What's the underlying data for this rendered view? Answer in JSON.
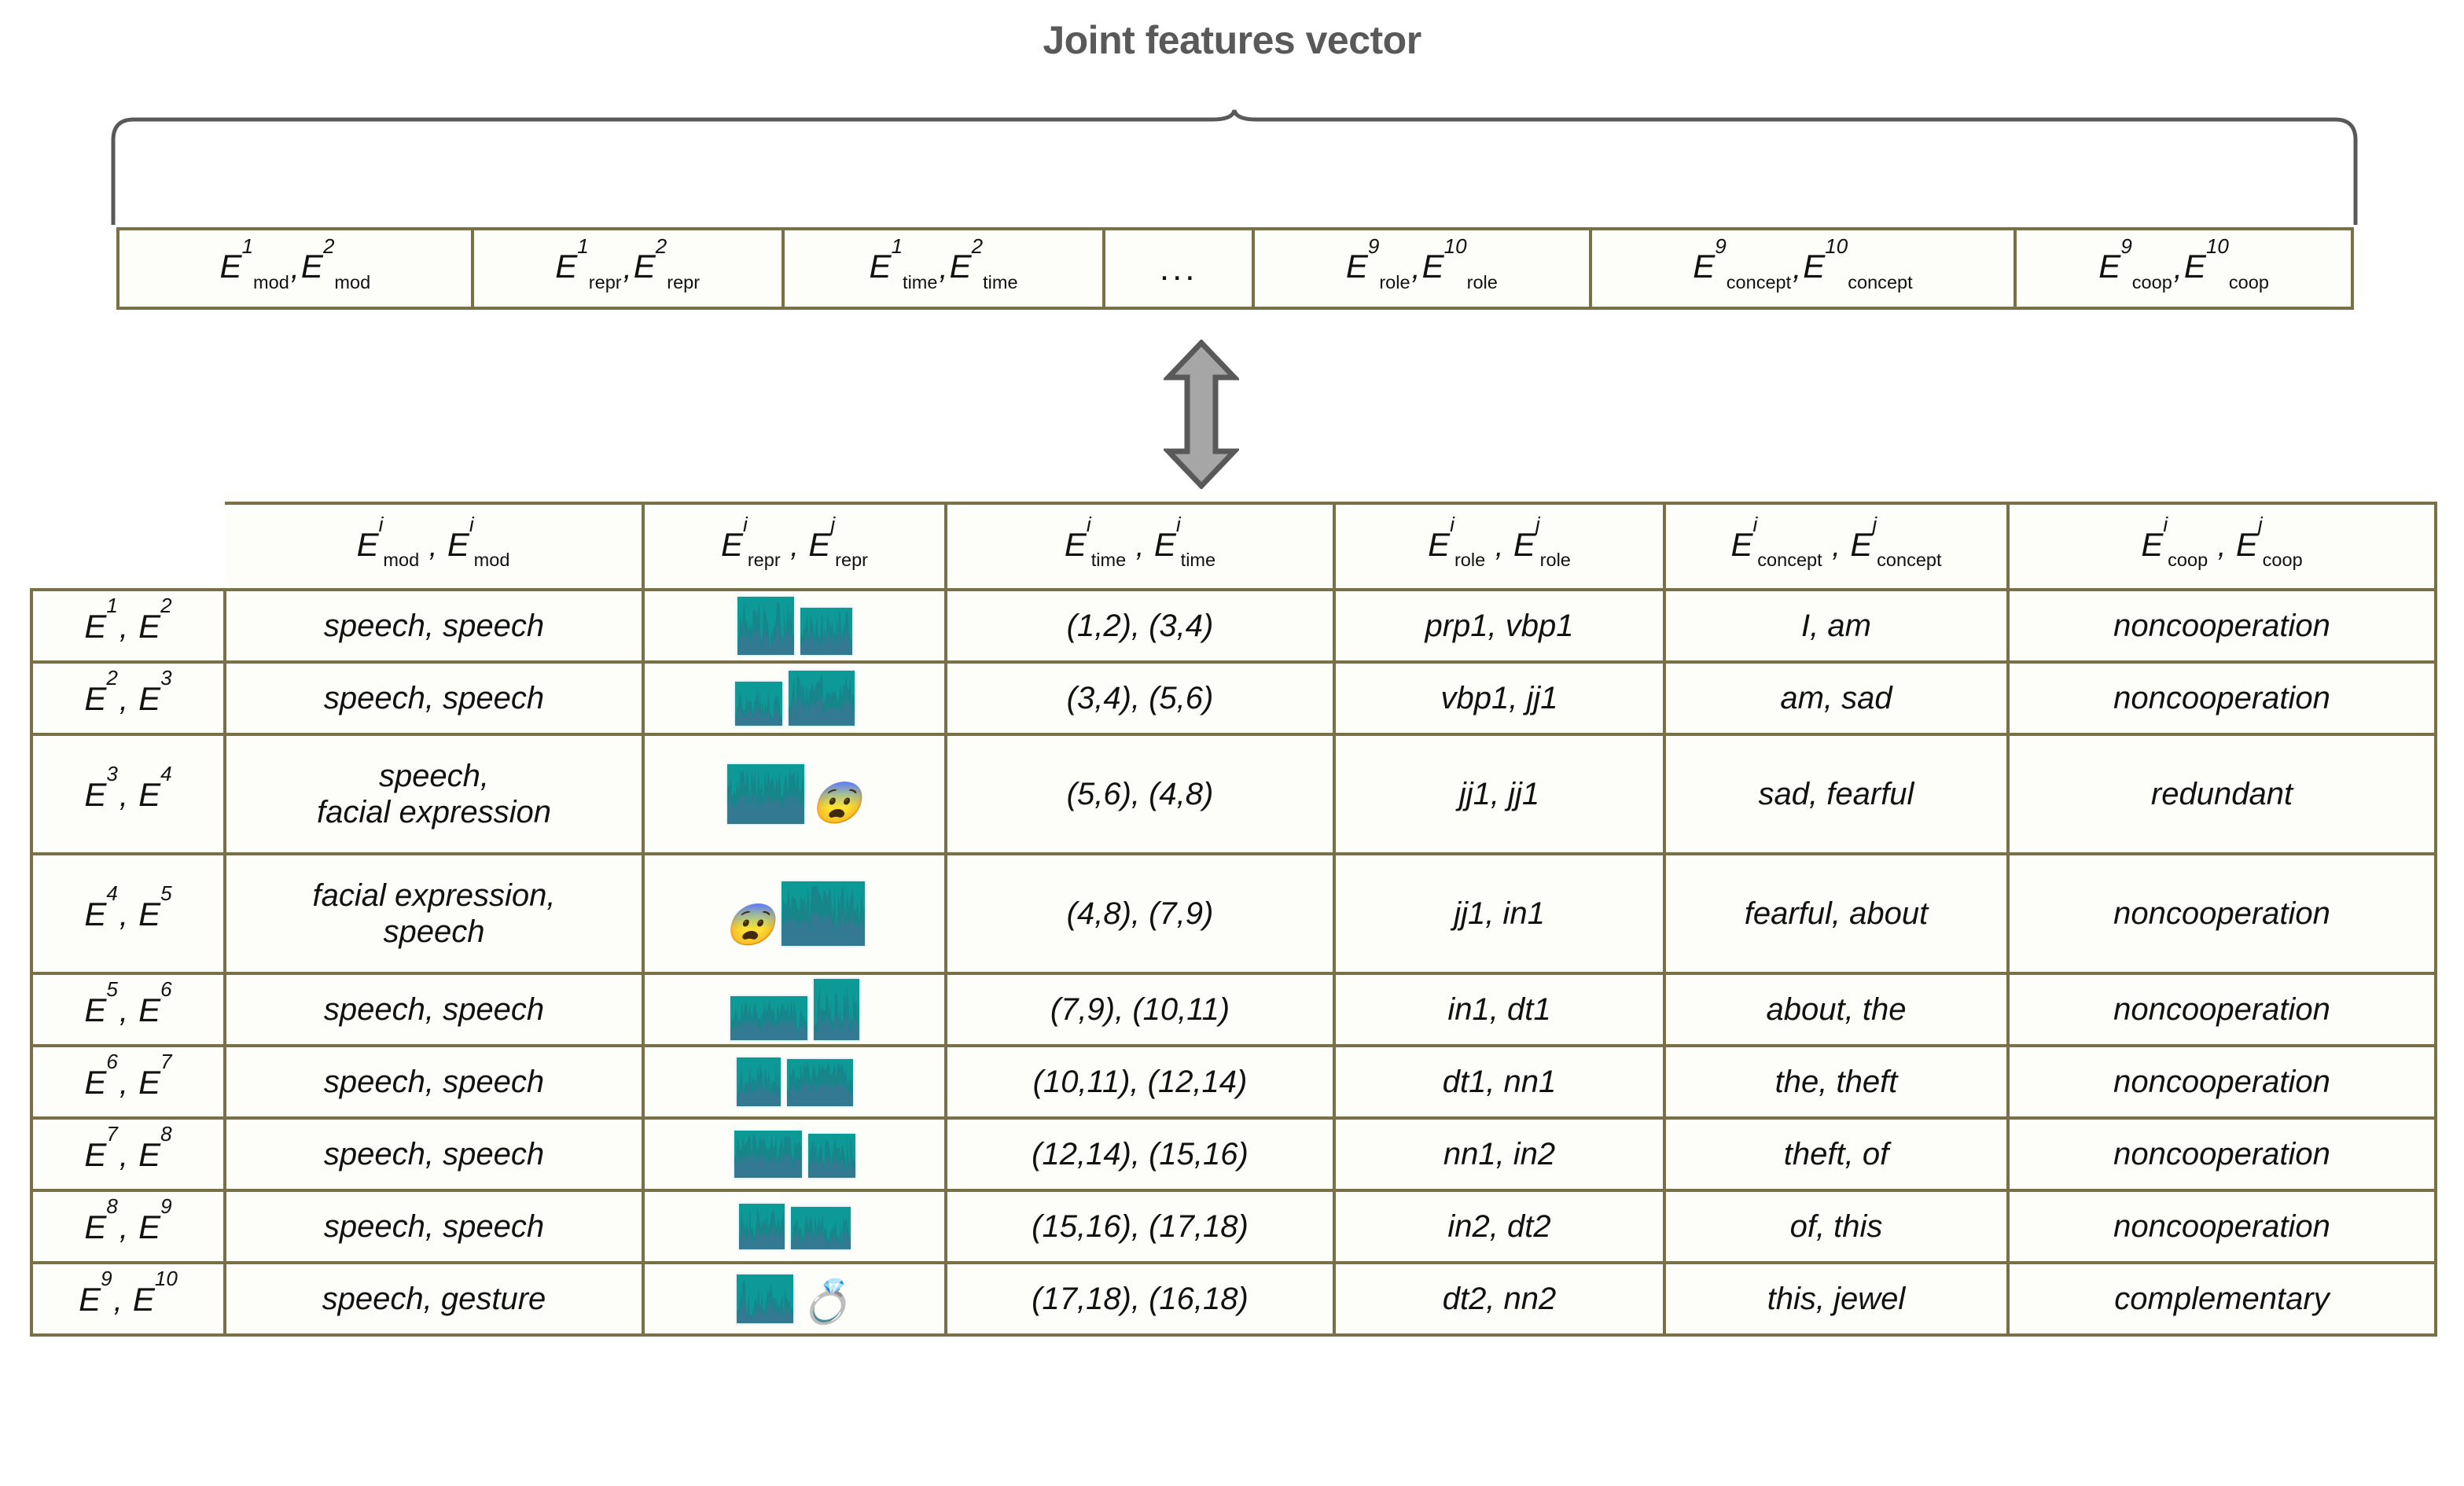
{
  "title": "Joint features vector",
  "colors": {
    "title_gray": "#595959",
    "table_border": "#7a7048",
    "waveform_teal": "#0d9a96",
    "arrow_gray": "#a6a6a6",
    "arrow_outline": "#595959"
  },
  "joint_vector": {
    "cells": [
      {
        "name": "mod",
        "left": {
          "sup": "1",
          "sub": "mod"
        },
        "right": {
          "sup": "2",
          "sub": "mod"
        }
      },
      {
        "name": "repr",
        "left": {
          "sup": "1",
          "sub": "repr"
        },
        "right": {
          "sup": "2",
          "sub": "repr"
        }
      },
      {
        "name": "time",
        "left": {
          "sup": "1",
          "sub": "time"
        },
        "right": {
          "sup": "2",
          "sub": "time"
        }
      },
      {
        "name": "ellipsis",
        "ellipsis": "..."
      },
      {
        "name": "role",
        "left": {
          "sup": "9",
          "sub": "role"
        },
        "right": {
          "sup": "10",
          "sub": "role"
        }
      },
      {
        "name": "concept",
        "left": {
          "sup": "9",
          "sub": "concept"
        },
        "right": {
          "sup": "10",
          "sub": "concept"
        }
      },
      {
        "name": "coop",
        "left": {
          "sup": "9",
          "sub": "coop"
        },
        "right": {
          "sup": "10",
          "sub": "coop"
        }
      }
    ]
  },
  "table": {
    "headers": [
      {
        "name": "pair",
        "left": null,
        "right": null
      },
      {
        "name": "mod",
        "left": {
          "sup": "i",
          "sub": "mod"
        },
        "right": {
          "sup": "i",
          "sub": "mod"
        }
      },
      {
        "name": "repr",
        "left": {
          "sup": "i",
          "sub": "repr"
        },
        "right": {
          "sup": "j",
          "sub": "repr"
        }
      },
      {
        "name": "time",
        "left": {
          "sup": "i",
          "sub": "time"
        },
        "right": {
          "sup": "i",
          "sub": "time"
        }
      },
      {
        "name": "role",
        "left": {
          "sup": "i",
          "sub": "role"
        },
        "right": {
          "sup": "j",
          "sub": "role"
        }
      },
      {
        "name": "concept",
        "left": {
          "sup": "i",
          "sub": "concept"
        },
        "right": {
          "sup": "j",
          "sub": "concept"
        }
      },
      {
        "name": "coop",
        "left": {
          "sup": "i",
          "sub": "coop"
        },
        "right": {
          "sup": "j",
          "sub": "coop"
        }
      }
    ],
    "rows": [
      {
        "pair": {
          "a": "1",
          "b": "2"
        },
        "modality": "speech, speech",
        "repr": [
          {
            "kind": "waveform",
            "w": 72,
            "h": 74,
            "peaks": 5,
            "seed": 11
          },
          {
            "kind": "waveform",
            "w": 66,
            "h": 60,
            "peaks": 6,
            "seed": 23
          }
        ],
        "time": "(1,2), (3,4)",
        "role": "prp1, vbp1",
        "concept": "I, am",
        "coop": "noncooperation",
        "tall": false
      },
      {
        "pair": {
          "a": "2",
          "b": "3"
        },
        "modality": "speech, speech",
        "repr": [
          {
            "kind": "waveform",
            "w": 60,
            "h": 56,
            "peaks": 5,
            "seed": 31
          },
          {
            "kind": "waveform",
            "w": 84,
            "h": 70,
            "peaks": 7,
            "seed": 43
          }
        ],
        "time": "(3,4), (5,6)",
        "role": "vbp1, jj1",
        "concept": "am, sad",
        "coop": "noncooperation",
        "tall": false
      },
      {
        "pair": {
          "a": "3",
          "b": "4"
        },
        "modality": "speech,\nfacial expression",
        "repr": [
          {
            "kind": "waveform",
            "w": 98,
            "h": 76,
            "peaks": 8,
            "seed": 57
          },
          {
            "kind": "emoji",
            "glyph": "😨",
            "label": "fearful-face-emoji"
          }
        ],
        "time": "(5,6), (4,8)",
        "role": "jj1, jj1",
        "concept": "sad, fearful",
        "coop": "redundant",
        "tall": true
      },
      {
        "pair": {
          "a": "4",
          "b": "5"
        },
        "modality": "facial expression,\nspeech",
        "repr": [
          {
            "kind": "emoji",
            "glyph": "😨",
            "label": "fearful-face-emoji"
          },
          {
            "kind": "waveform",
            "w": 106,
            "h": 82,
            "peaks": 9,
            "seed": 67
          }
        ],
        "time": "(4,8), (7,9)",
        "role": "jj1, in1",
        "concept": "fearful, about",
        "coop": "noncooperation",
        "tall": true
      },
      {
        "pair": {
          "a": "5",
          "b": "6"
        },
        "modality": "speech, speech",
        "repr": [
          {
            "kind": "waveform",
            "w": 98,
            "h": 56,
            "peaks": 7,
            "seed": 73
          },
          {
            "kind": "waveform",
            "w": 58,
            "h": 78,
            "peaks": 5,
            "seed": 83
          }
        ],
        "time": "(7,9), (10,11)",
        "role": "in1, dt1",
        "concept": "about, the",
        "coop": "noncooperation",
        "tall": false
      },
      {
        "pair": {
          "a": "6",
          "b": "7"
        },
        "modality": "speech, speech",
        "repr": [
          {
            "kind": "waveform",
            "w": 56,
            "h": 62,
            "peaks": 5,
            "seed": 91
          },
          {
            "kind": "waveform",
            "w": 84,
            "h": 60,
            "peaks": 8,
            "seed": 97
          }
        ],
        "time": "(10,11), (12,14)",
        "role": "dt1, nn1",
        "concept": "the, theft",
        "coop": "noncooperation",
        "tall": false
      },
      {
        "pair": {
          "a": "7",
          "b": "8"
        },
        "modality": "speech, speech",
        "repr": [
          {
            "kind": "waveform",
            "w": 86,
            "h": 60,
            "peaks": 8,
            "seed": 101
          },
          {
            "kind": "waveform",
            "w": 60,
            "h": 56,
            "peaks": 6,
            "seed": 107
          }
        ],
        "time": "(12,14), (15,16)",
        "role": "nn1, in2",
        "concept": "theft, of",
        "coop": "noncooperation",
        "tall": false
      },
      {
        "pair": {
          "a": "8",
          "b": "9"
        },
        "modality": "speech, speech",
        "repr": [
          {
            "kind": "waveform",
            "w": 58,
            "h": 58,
            "peaks": 6,
            "seed": 113
          },
          {
            "kind": "waveform",
            "w": 76,
            "h": 54,
            "peaks": 5,
            "seed": 127
          }
        ],
        "time": "(15,16), (17,18)",
        "role": "in2, dt2",
        "concept": "of, this",
        "coop": "noncooperation",
        "tall": false
      },
      {
        "pair": {
          "a": "9",
          "b": "10"
        },
        "modality": "speech, gesture",
        "repr": [
          {
            "kind": "waveform",
            "w": 72,
            "h": 62,
            "peaks": 4,
            "seed": 131
          },
          {
            "kind": "emoji",
            "glyph": "💍",
            "label": "ring-emoji"
          }
        ],
        "time": "(17,18), (16,18)",
        "role": "dt2, nn2",
        "concept": "this, jewel",
        "coop": "complementary",
        "tall": false
      }
    ]
  }
}
